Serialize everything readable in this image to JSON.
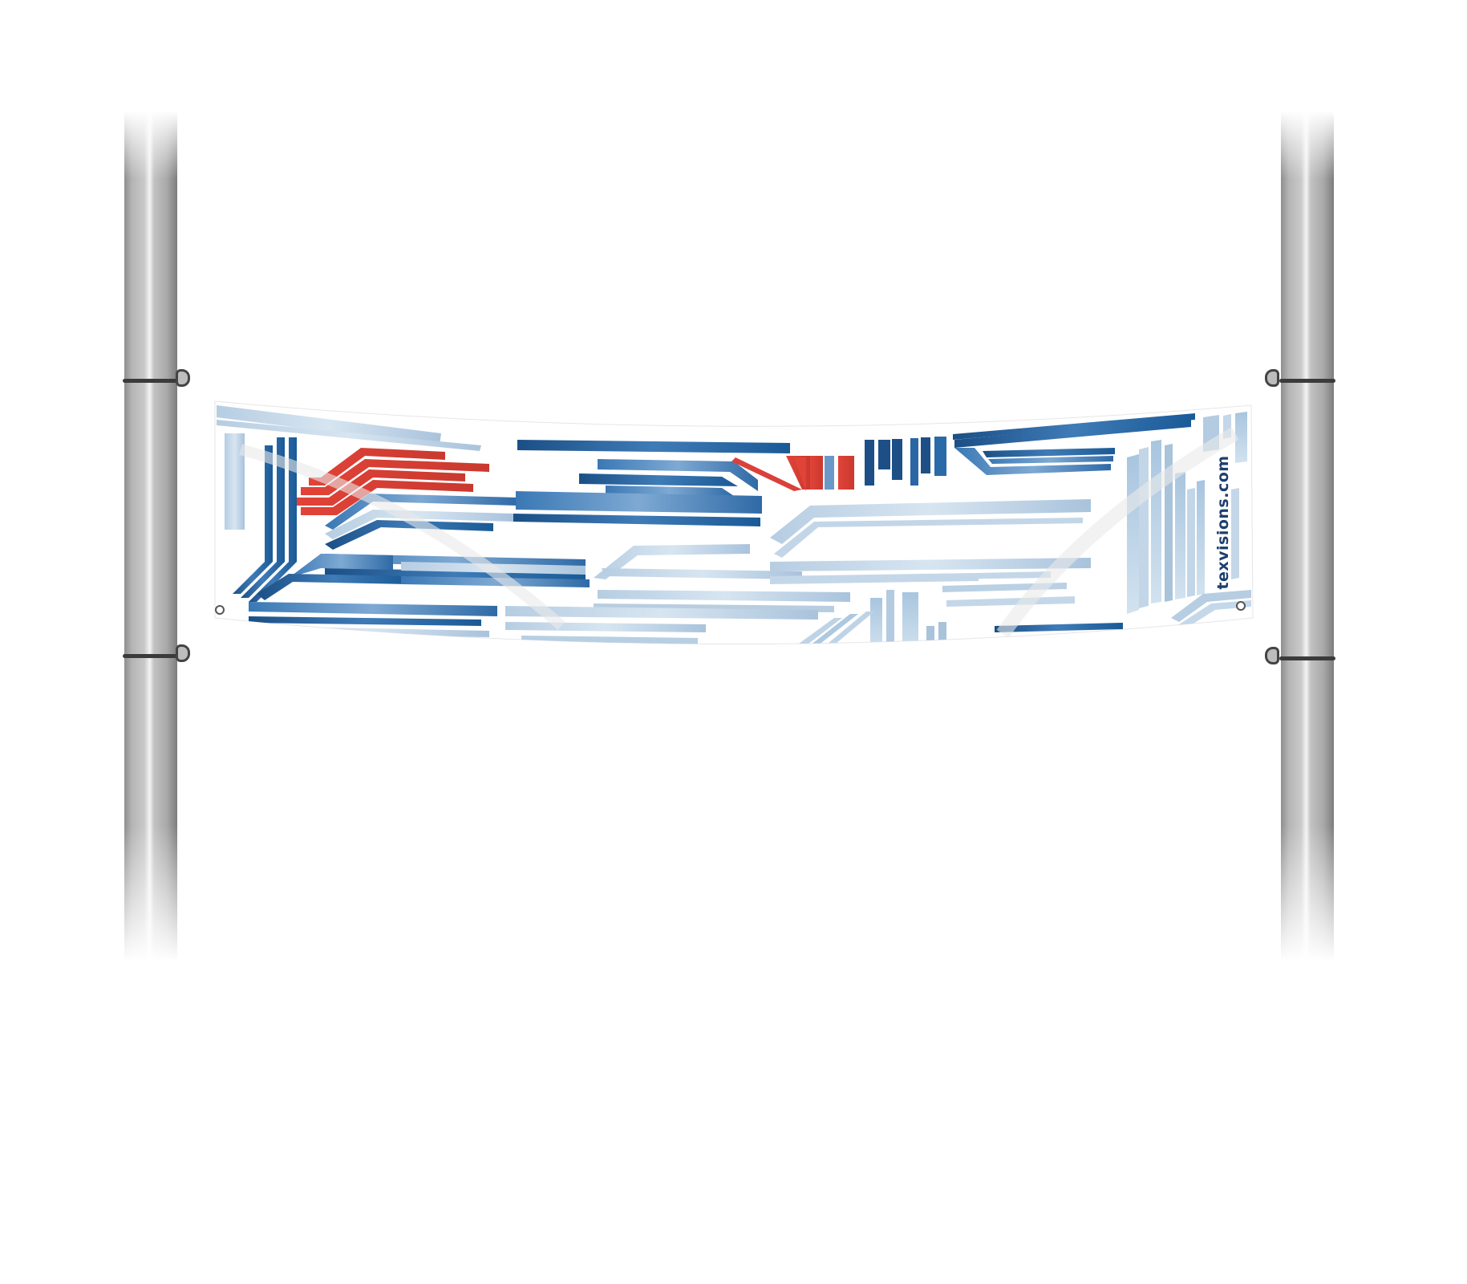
{
  "scene": {
    "description": "Printed fabric banner stretched between two metal poles",
    "background_color": "#ffffff"
  },
  "banner": {
    "brand_text": "texvisions.com",
    "colors": {
      "red": "#d9413a",
      "dark_blue": "#1a5a96",
      "navy": "#1d3f6e",
      "mid_blue": "#5b8fc4",
      "light_blue": "#a9c6e0",
      "pale_blue": "#cfe0ee"
    },
    "grommets": [
      {
        "position": "bottom-left"
      },
      {
        "position": "bottom-right"
      }
    ]
  },
  "poles": [
    {
      "side": "left",
      "clamps": 2
    },
    {
      "side": "right",
      "clamps": 2
    }
  ]
}
